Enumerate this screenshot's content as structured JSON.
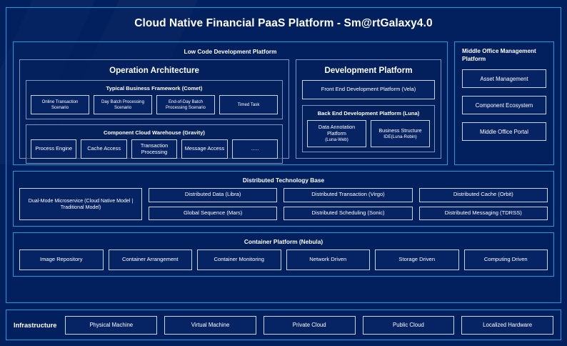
{
  "colors": {
    "background": "#03205e",
    "accent_border": "#1f9bdd",
    "panel_border": "#7f93bf",
    "box_border": "#c9d4e8",
    "text": "#ffffff"
  },
  "platform": {
    "title": "Cloud Native Financial PaaS Platform - Sm@rtGalaxy4.0"
  },
  "low_code": {
    "title": "Low Code Development Platform",
    "operation_architecture": {
      "title": "Operation Architecture",
      "typical_business_framework": {
        "title": "Typical Business Framework (Comet)",
        "items": [
          "Online Transaction Scenario",
          "Day Batch Processing Scenario",
          "End-of-Day Batch Processing Scenario",
          "Timed Task"
        ]
      },
      "component_cloud_warehouse": {
        "title": "Component Cloud Warehouse (Gravity)",
        "items": [
          "Process Engine",
          "Cache Access",
          "Transaction Processing",
          "Message Access",
          "......"
        ]
      }
    },
    "development_platform": {
      "title": "Development Platform",
      "front_end": "Front End Development Platform (Vela)",
      "back_end": {
        "title": "Back End Development Platform (Luna)",
        "items": [
          {
            "name": "Data Annotation Platform",
            "sub": "(Luna-Web)"
          },
          {
            "name": "Business Structure",
            "sub": "IDE(Luna-Robin)"
          }
        ]
      }
    }
  },
  "middle_office": {
    "title": "Middle Office Management Platform",
    "items": [
      "Asset Management",
      "Component Ecosystem",
      "Middle Office Portal"
    ]
  },
  "distributed_technology_base": {
    "title": "Distributed Technology Base",
    "dual_mode": "Dual-Mode Microservice (Cloud Native Model | Traditional Model)",
    "groups": [
      {
        "top": "Distributed Data (Libra)",
        "bottom": "Global Sequence (Mars)"
      },
      {
        "top": "Distributed Transaction (Virgo)",
        "bottom": "Distributed Scheduling (Sonic)"
      },
      {
        "top": "Distributed Cache (Orbit)",
        "bottom": "Distributed Messaging (TDRSS)"
      }
    ]
  },
  "container_platform": {
    "title": "Container Platform (Nebula)",
    "items": [
      "Image Repository",
      "Container Arrangement",
      "Container Monitoring",
      "Network Driven",
      "Storage Driven",
      "Computing Driven"
    ]
  },
  "infrastructure": {
    "label": "Infrastructure",
    "items": [
      "Physical Machine",
      "Virtual Machine",
      "Private Cloud",
      "Public Cloud",
      "Localized Hardware"
    ]
  }
}
